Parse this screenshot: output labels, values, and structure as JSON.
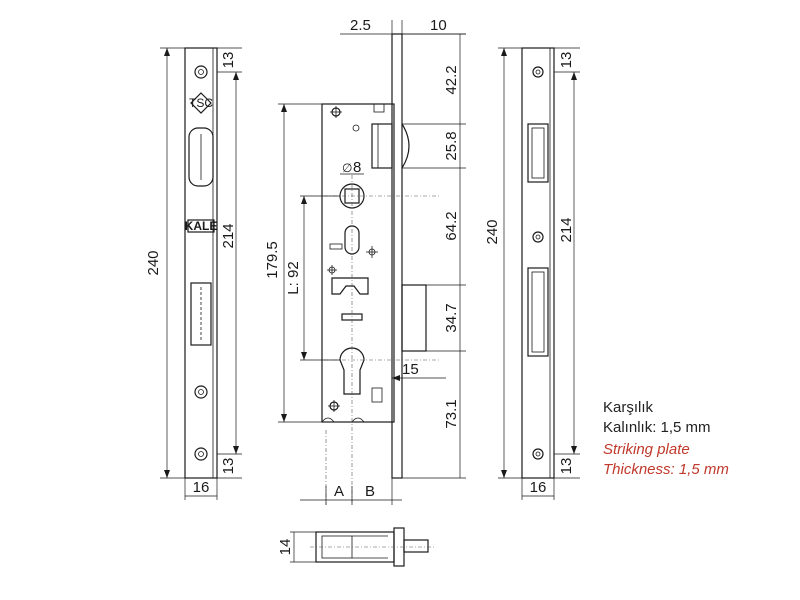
{
  "strike_left": {
    "dims": {
      "height": "240",
      "hole_span": "214",
      "top_offset": "13",
      "bottom_offset": "13",
      "width": "16"
    },
    "logos": {
      "tsc": "TSC",
      "kale": "KALE"
    }
  },
  "lock_body": {
    "dims": {
      "top_a": "2.5",
      "top_b": "10",
      "v1": "42.2",
      "v2": "25.8",
      "v3": "64.2",
      "v4": "34.7",
      "v5": "73.1",
      "backset_h": "179.5",
      "center": "L: 92",
      "square": "8",
      "cyl": "15",
      "a_label": "A",
      "b_label": "B",
      "bottom_h": "14"
    }
  },
  "strike_right": {
    "dims": {
      "height": "240",
      "hole_span": "214",
      "top_offset": "13",
      "bottom_offset": "13",
      "width": "16"
    }
  },
  "notes": {
    "tr_title": "Karşılık",
    "tr_thickness": "Kalınlık: 1,5 mm",
    "en_title": "Striking plate",
    "en_thickness": "Thickness: 1,5 mm"
  }
}
